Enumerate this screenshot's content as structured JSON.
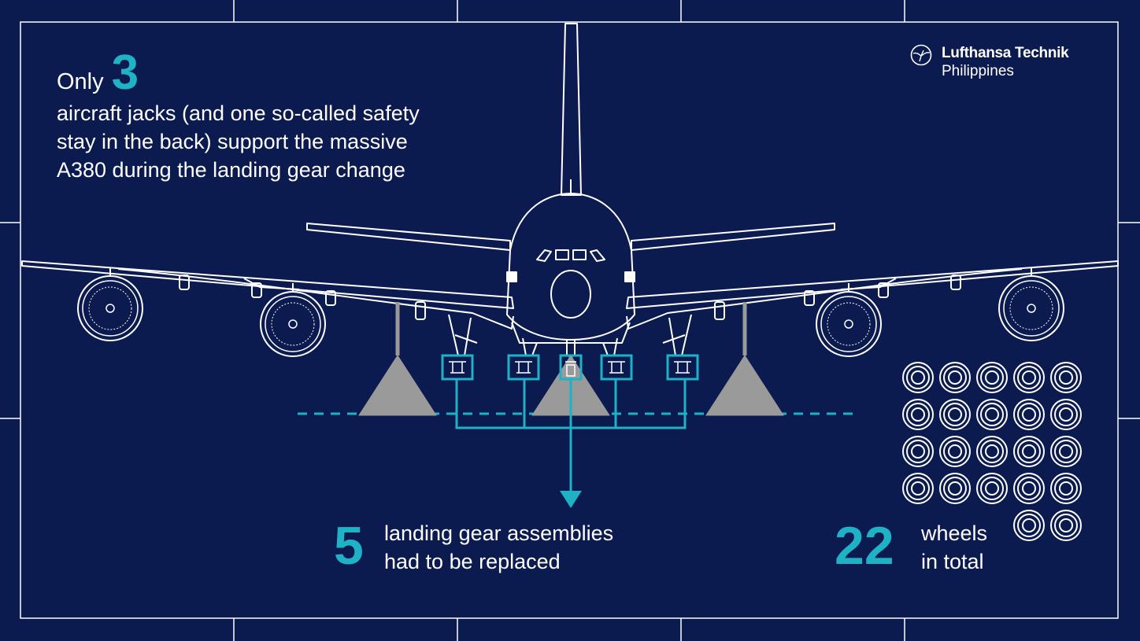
{
  "headline": {
    "prefix": "Only",
    "number": "3",
    "body_lines": [
      "aircraft jacks (and one so-called safety",
      "stay in the back) support the massive",
      "A380 during the landing gear change"
    ]
  },
  "landing_gear": {
    "number": "5",
    "lines": [
      "landing gear assemblies",
      "had to be replaced"
    ]
  },
  "wheels": {
    "number": "22",
    "lines": [
      "wheels",
      "in total"
    ],
    "count": 22
  },
  "brand": {
    "name": "Lufthansa Technik",
    "sub": "Philippines"
  },
  "colors": {
    "background": "#0b1a4f",
    "accent": "#1fb2c6",
    "line": "#ffffff",
    "jack": "#9a9a9a"
  },
  "icons": [
    "crane-logo-icon",
    "aircraft-front-view",
    "aircraft-jack-icon",
    "landing-gear-icon",
    "wheel-icon"
  ]
}
